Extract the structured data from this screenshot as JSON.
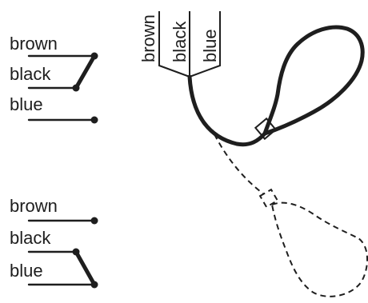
{
  "top_group": {
    "labels": {
      "brown": "brown",
      "black": "black",
      "blue": "blue"
    }
  },
  "bottom_group": {
    "labels": {
      "brown": "brown",
      "black": "black",
      "blue": "blue"
    }
  },
  "probe": {
    "labels": {
      "brown": "brown",
      "black": "black",
      "blue": "blue"
    }
  },
  "colors": {
    "ink": "#1e1e1e",
    "background": "#ffffff"
  }
}
